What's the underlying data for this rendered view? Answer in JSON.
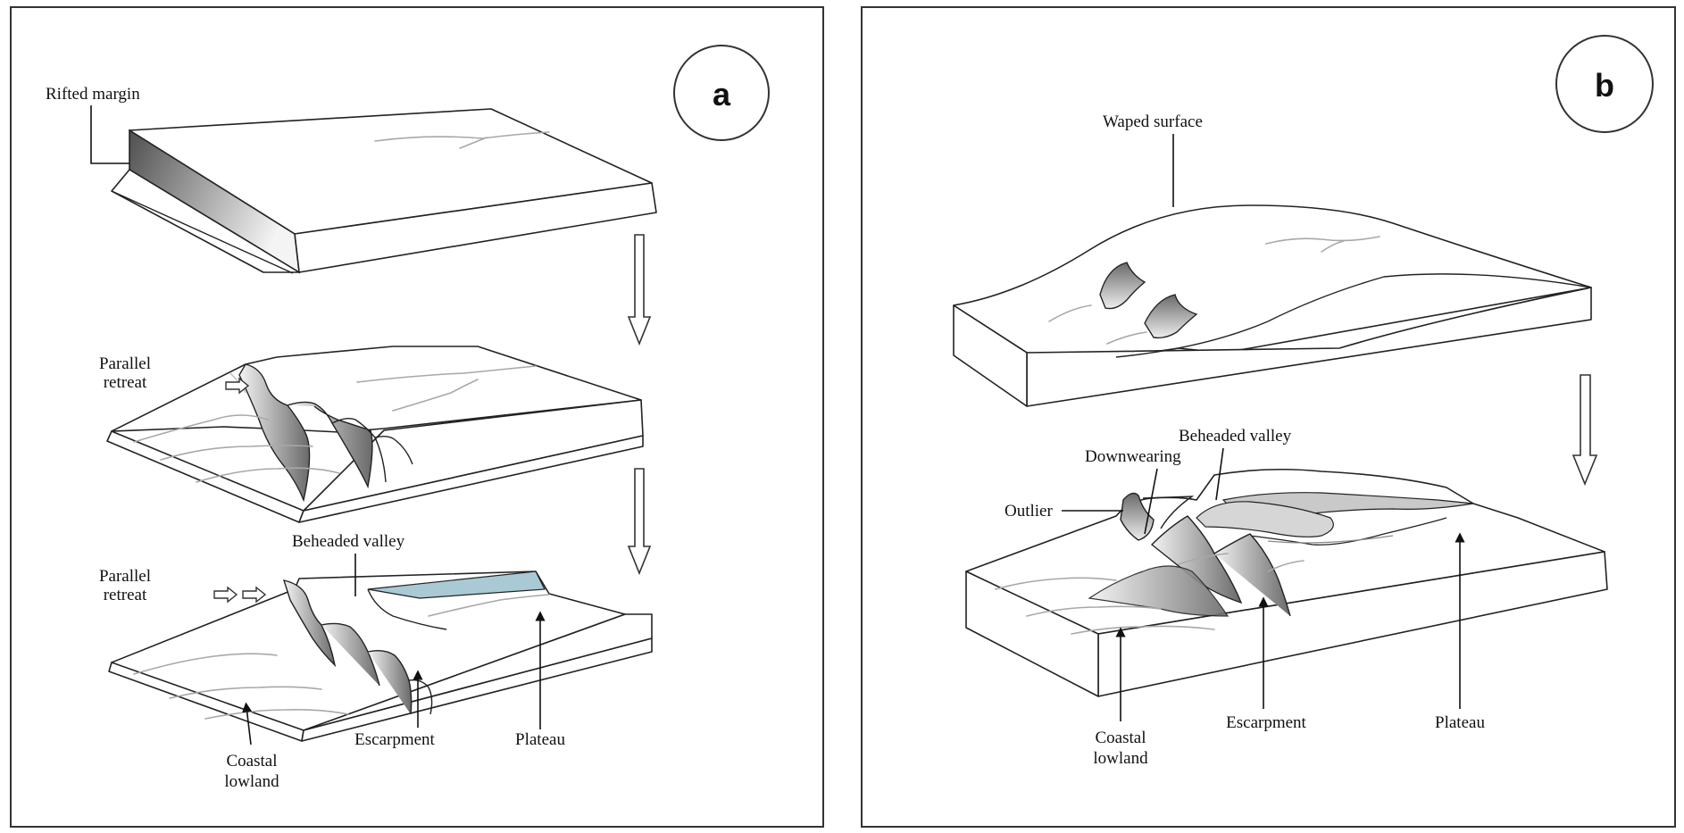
{
  "panels": [
    {
      "id": "a",
      "badge": "a",
      "labels": {
        "rifted_margin": "Rifted margin",
        "parallel_retreat_1": [
          "Parallel",
          "retreat"
        ],
        "parallel_retreat_2": [
          "Parallel",
          "retreat"
        ],
        "beheaded_valley": "Beheaded valley",
        "coastal_lowland": [
          "Coastal",
          "lowland"
        ],
        "escarpment": "Escarpment",
        "plateau": "Plateau"
      }
    },
    {
      "id": "b",
      "badge": "b",
      "labels": {
        "warped_surface": "Waped surface",
        "beheaded_valley": "Beheaded valley",
        "downwearing": "Downwearing",
        "outlier": "Outlier",
        "coastal_lowland": [
          "Coastal",
          "lowland"
        ],
        "escarpment": "Escarpment",
        "plateau": "Plateau"
      }
    }
  ],
  "colors": {
    "frame": "#333333",
    "scarp_dark": "#5a5a5a",
    "scarp_light": "#f2f2f2",
    "river": "#a8a8a8",
    "water": "#a9c9d4"
  }
}
